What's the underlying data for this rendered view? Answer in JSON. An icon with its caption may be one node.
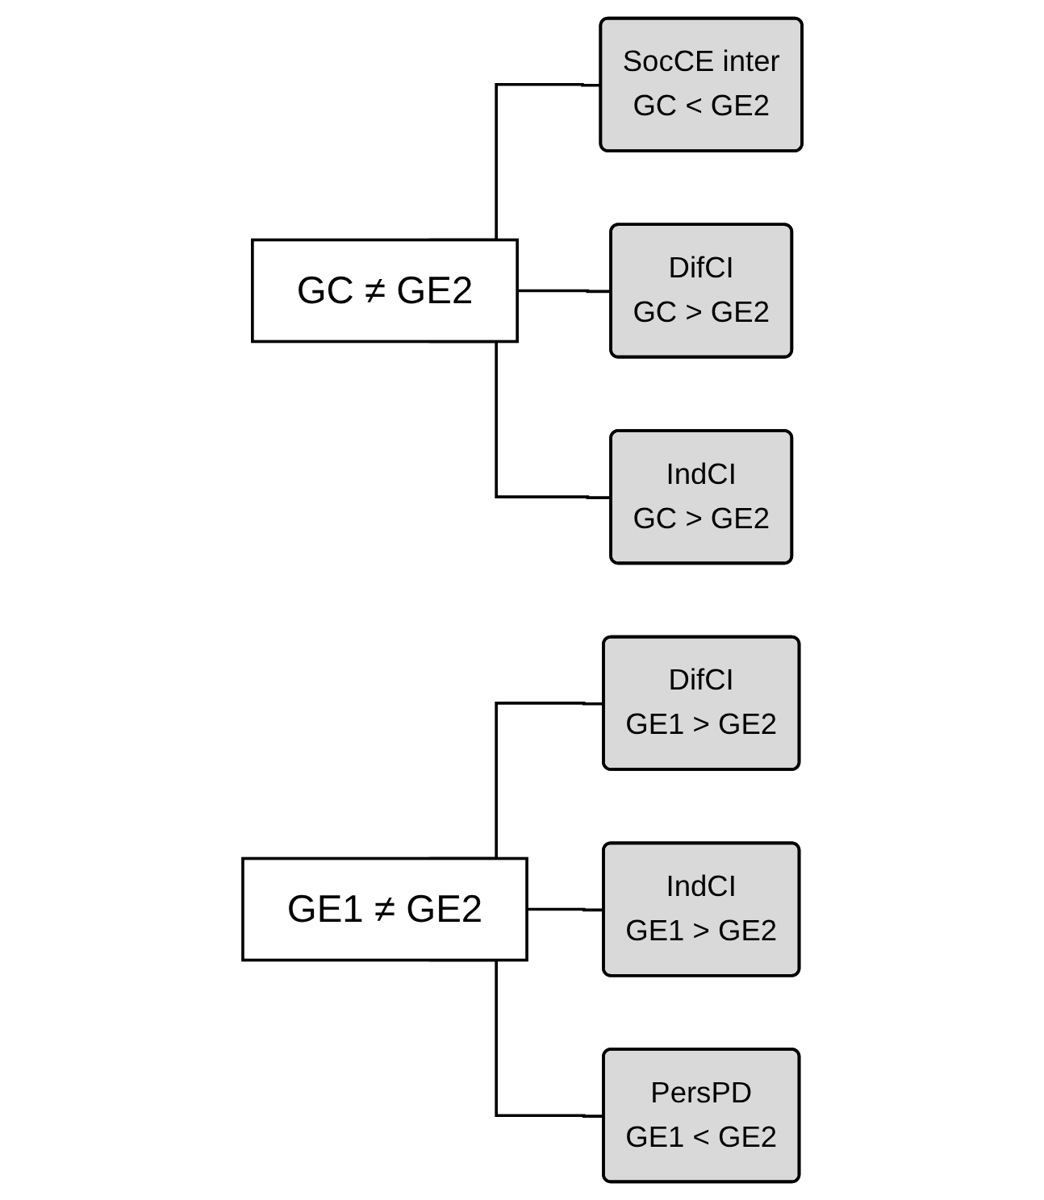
{
  "diagram": {
    "nodes": [
      {
        "text": [
          "GC ≠ GE2"
        ]
      },
      {
        "text": [
          "SocCE inter",
          "GC < GE2"
        ]
      },
      {
        "text": [
          "DifCI",
          "GC > GE2"
        ]
      },
      {
        "text": [
          "IndCI",
          "GC > GE2"
        ]
      },
      {
        "text": [
          "GE1 ≠ GE2"
        ]
      },
      {
        "text": [
          "DifCI",
          "GE1 > GE2"
        ]
      },
      {
        "text": [
          "IndCI",
          "GE1 > GE2"
        ]
      },
      {
        "text": [
          "PersPD",
          "GE1 < GE2"
        ]
      }
    ],
    "edges": [
      {
        "from": 0,
        "to": 1,
        "arrow": "none"
      },
      {
        "from": 0,
        "to": 2,
        "arrow": "none"
      },
      {
        "from": 0,
        "to": 3,
        "arrow": "none"
      },
      {
        "from": 4,
        "to": 5,
        "arrow": "none"
      },
      {
        "from": 4,
        "to": 6,
        "arrow": "none"
      },
      {
        "from": 4,
        "to": 7,
        "arrow": "none"
      }
    ]
  }
}
